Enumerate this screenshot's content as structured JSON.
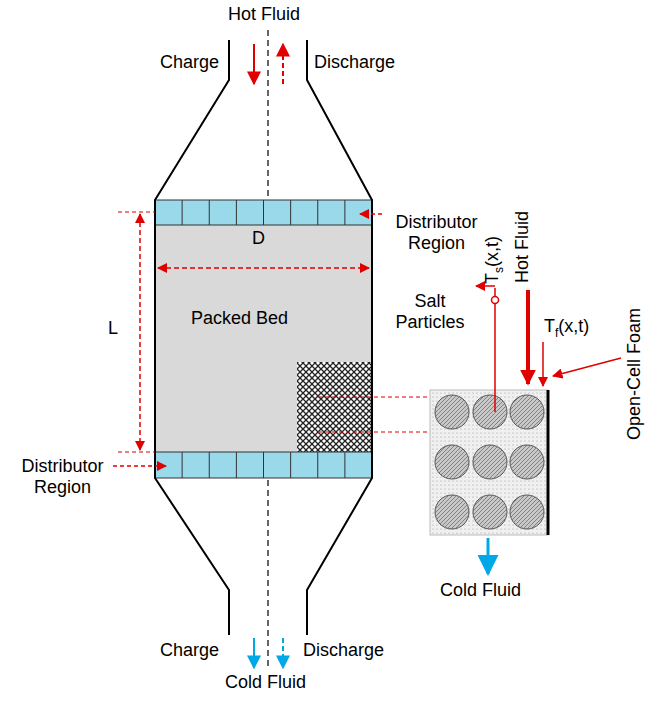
{
  "diagram": {
    "nodes": [
      {
        "text": [
          "Packed Bed"
        ]
      }
    ],
    "labels": [
      "Hot Fluid",
      "Charge",
      "Discharge",
      "Distributor Region",
      "D",
      "L",
      "Distributor Region",
      "Charge",
      "Discharge",
      "Cold Fluid",
      "Salt Particles",
      "T",
      "s",
      "(x,t)",
      "Hot Fluid",
      "T",
      "f",
      "(x,t)",
      "Open-Cell Foam",
      "Cold Fluid"
    ]
  }
}
